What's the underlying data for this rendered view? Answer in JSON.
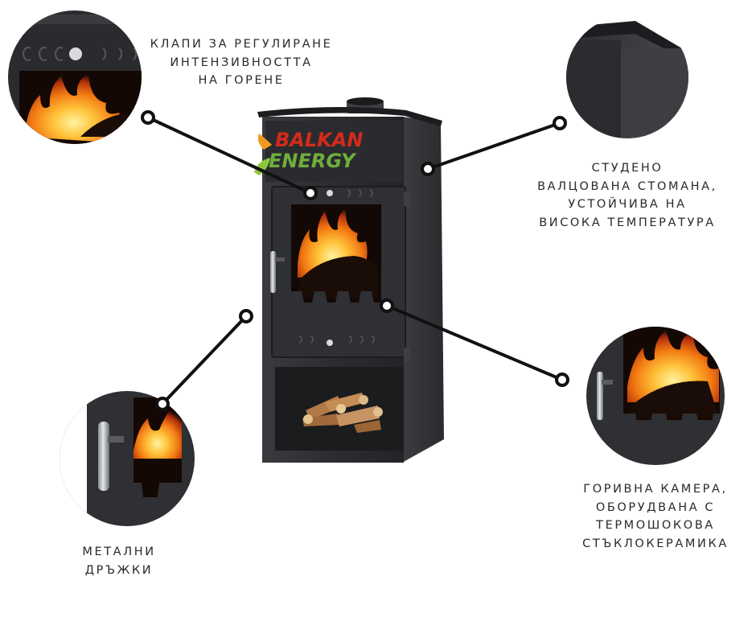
{
  "brand": {
    "logo_line1": "BALKAN",
    "logo_line2": "ENERGY",
    "colors": {
      "red": "#d42a1c",
      "green": "#6fae3c",
      "orange": "#f29a1e"
    }
  },
  "callouts": {
    "air_dampers": {
      "lines": [
        "КЛАПИ ЗА РЕГУЛИРАНЕ",
        "ИНТЕНЗИВНОСТТА",
        "НА ГОРЕНЕ"
      ]
    },
    "steel": {
      "lines": [
        "СТУДЕНО",
        "ВАЛЦОВАНА СТОМАНА,",
        "УСТОЙЧИВА НА",
        "ВИСОКА ТЕМПЕРАТУРА"
      ]
    },
    "handles": {
      "lines": [
        "МЕТАЛНИ",
        "ДРЪЖКИ"
      ]
    },
    "chamber": {
      "lines": [
        "ГОРИВНА КАМЕРА,",
        "ОБОРУДВАНА С",
        "ТЕРМОШОКОВА",
        "СТЪКЛОКЕРАМИКА"
      ]
    }
  },
  "colors": {
    "stove_body": "#2b2c2e",
    "stove_dark": "#1b1c1e",
    "stove_side": "#333437",
    "flame": "#f5a21a",
    "leader": "#111111"
  }
}
